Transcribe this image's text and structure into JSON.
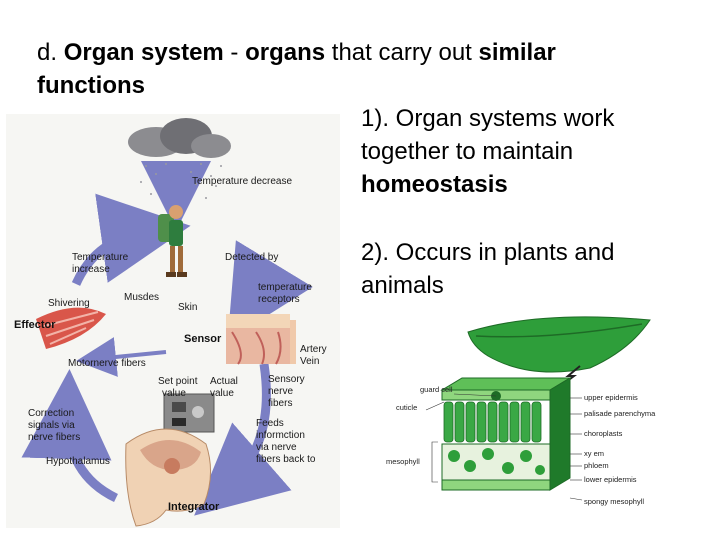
{
  "heading": {
    "prefix": "d. ",
    "term": "Organ system",
    "dash": " - ",
    "organs": "organs",
    "middle": " that carry out ",
    "similar": "similar",
    "functions": "functions"
  },
  "point1": {
    "text": "1). Organ systems work together to maintain ",
    "bold": "homeostasis"
  },
  "point2": {
    "text": "2). Occurs in plants and animals"
  },
  "homeostasis_figure": {
    "temperature_decrease": "Temperature decrease",
    "detected_by": "Detected by",
    "temperature_receptors": [
      "temperature",
      "receptors"
    ],
    "temperature_increase": [
      "Temperature",
      "increase"
    ],
    "shivering": "Shivering",
    "muscles": "Musdes",
    "skin": "Skin",
    "effector": "Effector",
    "sensor": "Sensor",
    "artery": "Artery",
    "vein": "Vein",
    "motornerve": "Motornerve fibers",
    "set_point": [
      "Set point",
      "value"
    ],
    "actual": [
      "Actual",
      "value"
    ],
    "sensory": [
      "Sensory",
      "nerve",
      "fibers"
    ],
    "correction": [
      "Correction",
      "signals via",
      "nerve fibers"
    ],
    "feeds": [
      "Feeds",
      "informction",
      "via nerve",
      "fibers back to"
    ],
    "hypothalamus": "Hypothalamus",
    "integrator": "Integrator"
  },
  "leaf_figure": {
    "guard_cell": "guard cell",
    "cuticle": "cuticle",
    "mesophyll": "mesophyll",
    "upper_epidermis": "upper epidermis",
    "palisade": "palisade parenchyma",
    "chloroplasts": "choroplasts",
    "xylem": "xy em",
    "phloem": "phloem",
    "lower_epidermis": "lower epidermis",
    "spongy": "spongy mesophyll"
  },
  "colors": {
    "text": "#000000",
    "cycle_arrow": "#7b7fc4",
    "leaf_green": "#2e9e3a",
    "leaf_dark": "#1e6b26",
    "cloud": "#8c8c90",
    "muscle": "#d9564a",
    "skin_layer": "#e9b7a1"
  }
}
